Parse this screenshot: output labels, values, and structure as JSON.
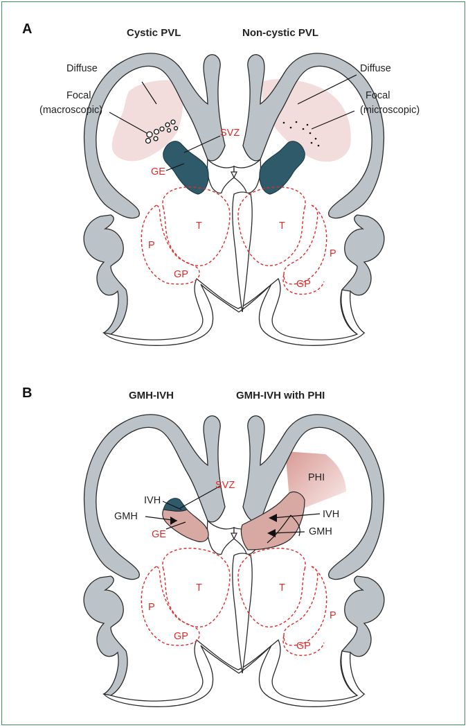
{
  "panel_a": {
    "letter": "A",
    "left_title": "Cystic PVL",
    "right_title": "Non-cystic PVL",
    "left_diffuse": "Diffuse",
    "left_focal_1": "Focal",
    "left_focal_2": "(macroscopic)",
    "right_diffuse": "Diffuse",
    "right_focal_1": "Focal",
    "right_focal_2": "(microscopic)",
    "svz": "SVZ",
    "ge": "GE",
    "t_left": "T",
    "t_right": "T",
    "p_left": "P",
    "p_right": "P",
    "gp_left": "GP",
    "gp_right": "GP"
  },
  "panel_b": {
    "letter": "B",
    "left_title": "GMH-IVH",
    "right_title": "GMH-IVH with PHI",
    "svz": "SVZ",
    "ivh_left": "IVH",
    "gmh_left": "GMH",
    "ge": "GE",
    "phi": "PHI",
    "ivh_right": "IVH",
    "gmh_right": "GMH",
    "t_left": "T",
    "t_right": "T",
    "p_left": "P",
    "p_right": "P",
    "gp_left": "GP",
    "gp_right": "GP"
  },
  "colors": {
    "cortex": "#bcc3c8",
    "germinal_eminence": "#2f5a69",
    "pvl_shading": "#f2dcdc",
    "hemorrhage": "#d8a8a3",
    "red_labels": "#e02a2a",
    "frame": "#3f8a5f"
  }
}
